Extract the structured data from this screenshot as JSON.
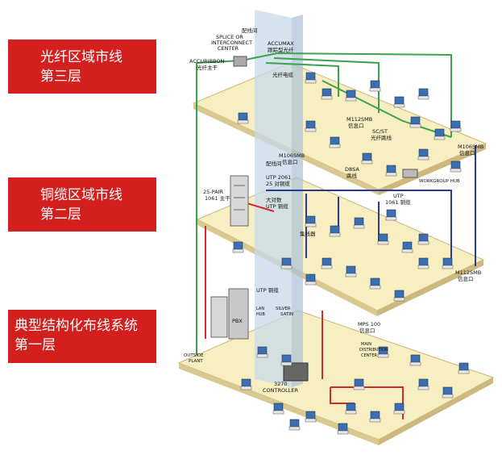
{
  "labels": {
    "floor3": [
      "光纤区域市线",
      "第三层"
    ],
    "floor2": [
      "铜缆区域市线",
      "第二层"
    ],
    "floor1": [
      "典型结构化布线系统",
      "第一层"
    ]
  },
  "annotations": {
    "wiring_closet_top": "配线间",
    "splice": [
      "SPLICE OR",
      "INTERCONNECT",
      "CENTER"
    ],
    "accumax": [
      "ACCUMAX",
      "跟踪型光纤"
    ],
    "accuribbon": [
      "ACCURIBBON",
      "光纤主干"
    ],
    "fiber_cable": "光纤电缆",
    "m112smb_top": [
      "M112SMB",
      "信息口"
    ],
    "sgst": [
      "SC/ST",
      "光纤跳线"
    ],
    "m106smb_right": [
      "M106SMB",
      "信息口"
    ],
    "m106smb_left": [
      "M106SMB",
      "信息口"
    ],
    "wiring_closet_mid": "配线间",
    "utp2061": [
      "UTP 2061",
      "25 对铜缆"
    ],
    "pair25": [
      "25-PAIR",
      "1061 主干"
    ],
    "big_pair": [
      "大对数",
      "UTP 铜缆"
    ],
    "d8sa": [
      "D8SA",
      "跳线"
    ],
    "utp1061": [
      "UTP",
      "1061 铜缆"
    ],
    "workgroup_hub": "WORKGROUP HUB",
    "hub_cn": "集线器",
    "m112smb_mid": [
      "M112SMB",
      "信息口"
    ],
    "utp_copper": "UTP 铜缆",
    "silver_satin": [
      "SILVER",
      "SATIN"
    ],
    "lan": [
      "LAN",
      "HUB"
    ],
    "pbx": "PBX",
    "mps100": [
      "MPS 100",
      "信息口"
    ],
    "main_center": [
      "MAIN",
      "DISTRIBUTION",
      "CENTER"
    ],
    "outside_plant": [
      "OUTSIDE",
      "PLANT"
    ],
    "controller": [
      "3270",
      "CONTROLLER"
    ]
  },
  "colors": {
    "label_bg": "#d41f1f",
    "floor_top": "#f7eec2",
    "floor_edge": "#d9c890",
    "shaft": "#c8d9ea",
    "fiber": "#3da34a",
    "copper_blue": "#2a3a9a",
    "copper_red": "#d42a2a"
  }
}
